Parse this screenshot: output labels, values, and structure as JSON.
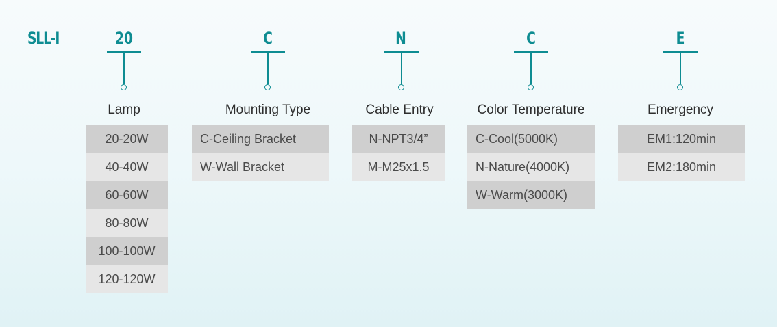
{
  "prefix": "SLL-I",
  "accent_color": "#0e8c92",
  "columns": [
    {
      "code": "20",
      "title": "Lamp",
      "options": [
        "20-20W",
        "40-40W",
        "60-60W",
        "80-80W",
        "100-100W",
        "120-120W"
      ]
    },
    {
      "code": "C",
      "title": "Mounting Type",
      "options": [
        "C-Ceiling Bracket",
        "W-Wall Bracket"
      ]
    },
    {
      "code": "N",
      "title": "Cable Entry",
      "options": [
        "N-NPT3/4”",
        "M-M25x1.5"
      ]
    },
    {
      "code": "C",
      "title": "Color Temperature",
      "options": [
        "C-Cool(5000K)",
        "N-Nature(4000K)",
        "W-Warm(3000K)"
      ]
    },
    {
      "code": "E",
      "title": "Emergency",
      "options": [
        "EM1:120min",
        "EM2:180min"
      ]
    }
  ]
}
